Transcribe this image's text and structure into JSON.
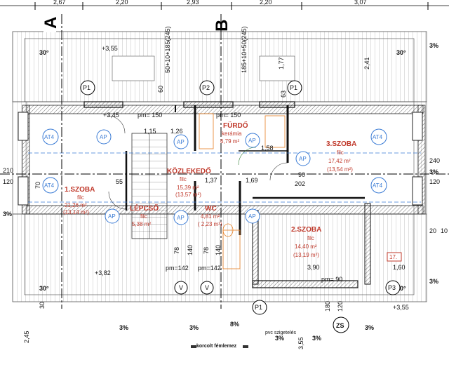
{
  "axes": {
    "a": "A",
    "b": "B"
  },
  "top_dims": [
    "2,67",
    "2,20",
    "2,93",
    "2,20",
    "3,07"
  ],
  "levels": {
    "top_left": "+3,55",
    "bottom_left": "+3,82",
    "bottom_right": "+3,55",
    "stair_top": "+3,45"
  },
  "roof_angles": {
    "tl": "30°",
    "tr": "30°",
    "bl": "30°",
    "br": "30°"
  },
  "roof_slopes": [
    "3%",
    "3%",
    "3%",
    "3%",
    "3%",
    "3%",
    "3%",
    "8%",
    "3%",
    "3%"
  ],
  "rooms": {
    "szoba1": {
      "name": "1.SZOBA",
      "floor": "filc",
      "area": "21,26 m²",
      "area2": "(13,14 m²)"
    },
    "szoba2": {
      "name": "2.SZOBA",
      "floor": "filc",
      "area": "14,40 m²",
      "area2": "(13,19 m²)"
    },
    "szoba3": {
      "name": "3.SZOBA",
      "floor": "filc",
      "area": "17,42 m²",
      "area2": "(13,54 m²)"
    },
    "furdo": {
      "name": "FÜRDŐ",
      "floor": "kerámia",
      "area": "6,79 m²"
    },
    "kozlekedo": {
      "name": "KÖZLEKEDŐ",
      "floor": "filc",
      "area": "15,39 m²",
      "area2": "(13,57 m²)"
    },
    "lepcso": {
      "name": "LÉPCSŐ",
      "floor": "filc",
      "area": "5,38 m²"
    },
    "wc": {
      "name": "WC",
      "area": "4,81 m²",
      "area2": "( 2,23 m²)"
    }
  },
  "tags": {
    "p1": "P1",
    "p2": "P2",
    "p3": "P3",
    "at4": "AT4",
    "ap": "AP",
    "v": "V",
    "zs": "ZS",
    "door17": "17."
  },
  "dims": {
    "pm150a": "pm= 150",
    "pm150b": "pm= 150",
    "pm142a": "pm=142",
    "pm142b": "pm=142",
    "pm90": "pm= 90",
    "d50": "50+10+185(245)",
    "d185": "185+10+50(245)",
    "d177": "1,77",
    "d241": "2,41",
    "d63": "63",
    "d115": "1,15",
    "d126": "1,26",
    "d158": "1,58",
    "d137": "1,37",
    "d169": "1,69",
    "d202": "202",
    "d390": "3,90",
    "d160": "1,60",
    "d240": "240",
    "d210": "210",
    "d120": "120",
    "d70": "70",
    "d55": "55",
    "d90": "90",
    "d78": "78",
    "d140": "140",
    "d180": "180",
    "d245": "2,45",
    "d355": "3,55",
    "d20": "20",
    "d10": "10",
    "d30": "30",
    "d60": "60"
  },
  "notes": {
    "pvc": "pvc szigetelés",
    "fem": "korcolt fémlemez"
  }
}
